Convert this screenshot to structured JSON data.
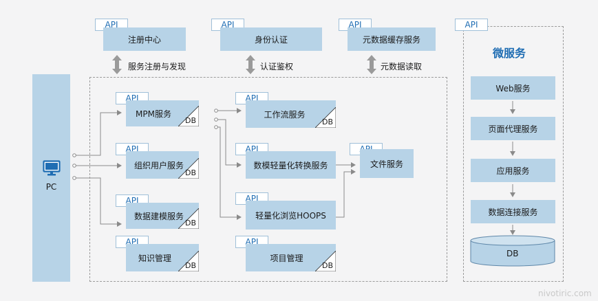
{
  "api_tag": "API",
  "db_tag": "DB",
  "top": {
    "registry": "注册中心",
    "identity": "身份认证",
    "metadata_cache": "元数据缓存服务",
    "registry_link": "服务注册与发现",
    "identity_link": "认证鉴权",
    "metadata_link": "元数据读取"
  },
  "client": {
    "label": "PC"
  },
  "services": {
    "mpm": "MPM服务",
    "org_user": "组织用户服务",
    "data_model": "数据建模服务",
    "knowledge": "知识管理",
    "workflow": "工作流服务",
    "lightweight_convert": "数模轻量化转换服务",
    "hoops": "轻量化浏览HOOPS",
    "project": "项目管理",
    "file": "文件服务"
  },
  "micro": {
    "title": "微服务",
    "web": "Web服务",
    "page_proxy": "页面代理服务",
    "app": "应用服务",
    "data_conn": "数据连接服务",
    "db": "DB"
  },
  "watermark": "nivotiric.com",
  "colors": {
    "box": "#b7d3e7",
    "accent": "#1f6db3",
    "line": "#8a8a8a"
  }
}
